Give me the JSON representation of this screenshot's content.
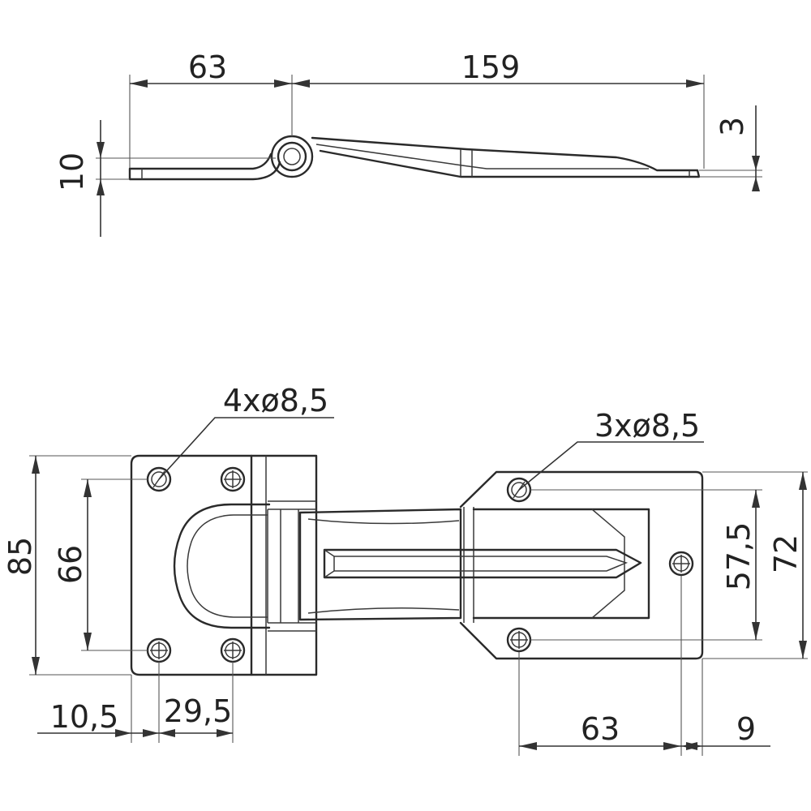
{
  "dimensions": {
    "side_left_length": "63",
    "side_right_length": "159",
    "side_height": "10",
    "side_thickness": "3",
    "hinge_holes": "4xø8,5",
    "hasp_holes": "3xø8,5",
    "plate_height": "85",
    "hole_spacing_vertical": "66",
    "hasp_height": "72",
    "hasp_hole_spacing": "57,5",
    "edge_offset": "10,5",
    "hole_spacing_horizontal": "29,5",
    "hasp_length": "63",
    "hasp_edge_offset": "9"
  }
}
